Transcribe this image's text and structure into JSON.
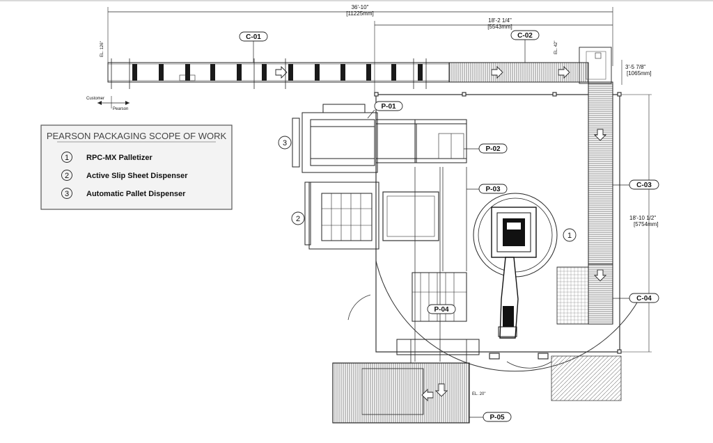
{
  "dimensions": {
    "overall_width": "36'-10\"",
    "overall_width_mm": "[11225mm]",
    "c02_width": "18'-2 1/4\"",
    "c02_width_mm": "[5543mm]",
    "conveyor_width": "3'-5 7/8\"",
    "conveyor_width_mm": "[1065mm]",
    "cell_depth": "18'-10 1/2\"",
    "cell_depth_mm": "[5754mm]"
  },
  "elevations": {
    "c01": "EL. 126\"",
    "c02": "EL. 42\"",
    "p05": "EL. 20\""
  },
  "scope_markers": {
    "customer": "Customer",
    "pearson": "Pearson"
  },
  "tags": {
    "c01": "C-01",
    "c02": "C-02",
    "c03": "C-03",
    "c04": "C-04",
    "p01": "P-01",
    "p02": "P-02",
    "p03": "P-03",
    "p04": "P-04",
    "p05": "P-05"
  },
  "legend": {
    "title": "PEARSON PACKAGING SCOPE OF WORK",
    "items": [
      {
        "num": "1",
        "label": "RPC-MX Palletizer"
      },
      {
        "num": "2",
        "label": "Active Slip Sheet Dispenser"
      },
      {
        "num": "3",
        "label": "Automatic Pallet Dispenser"
      }
    ]
  },
  "callouts": {
    "one": "1",
    "two": "2",
    "three": "3"
  }
}
